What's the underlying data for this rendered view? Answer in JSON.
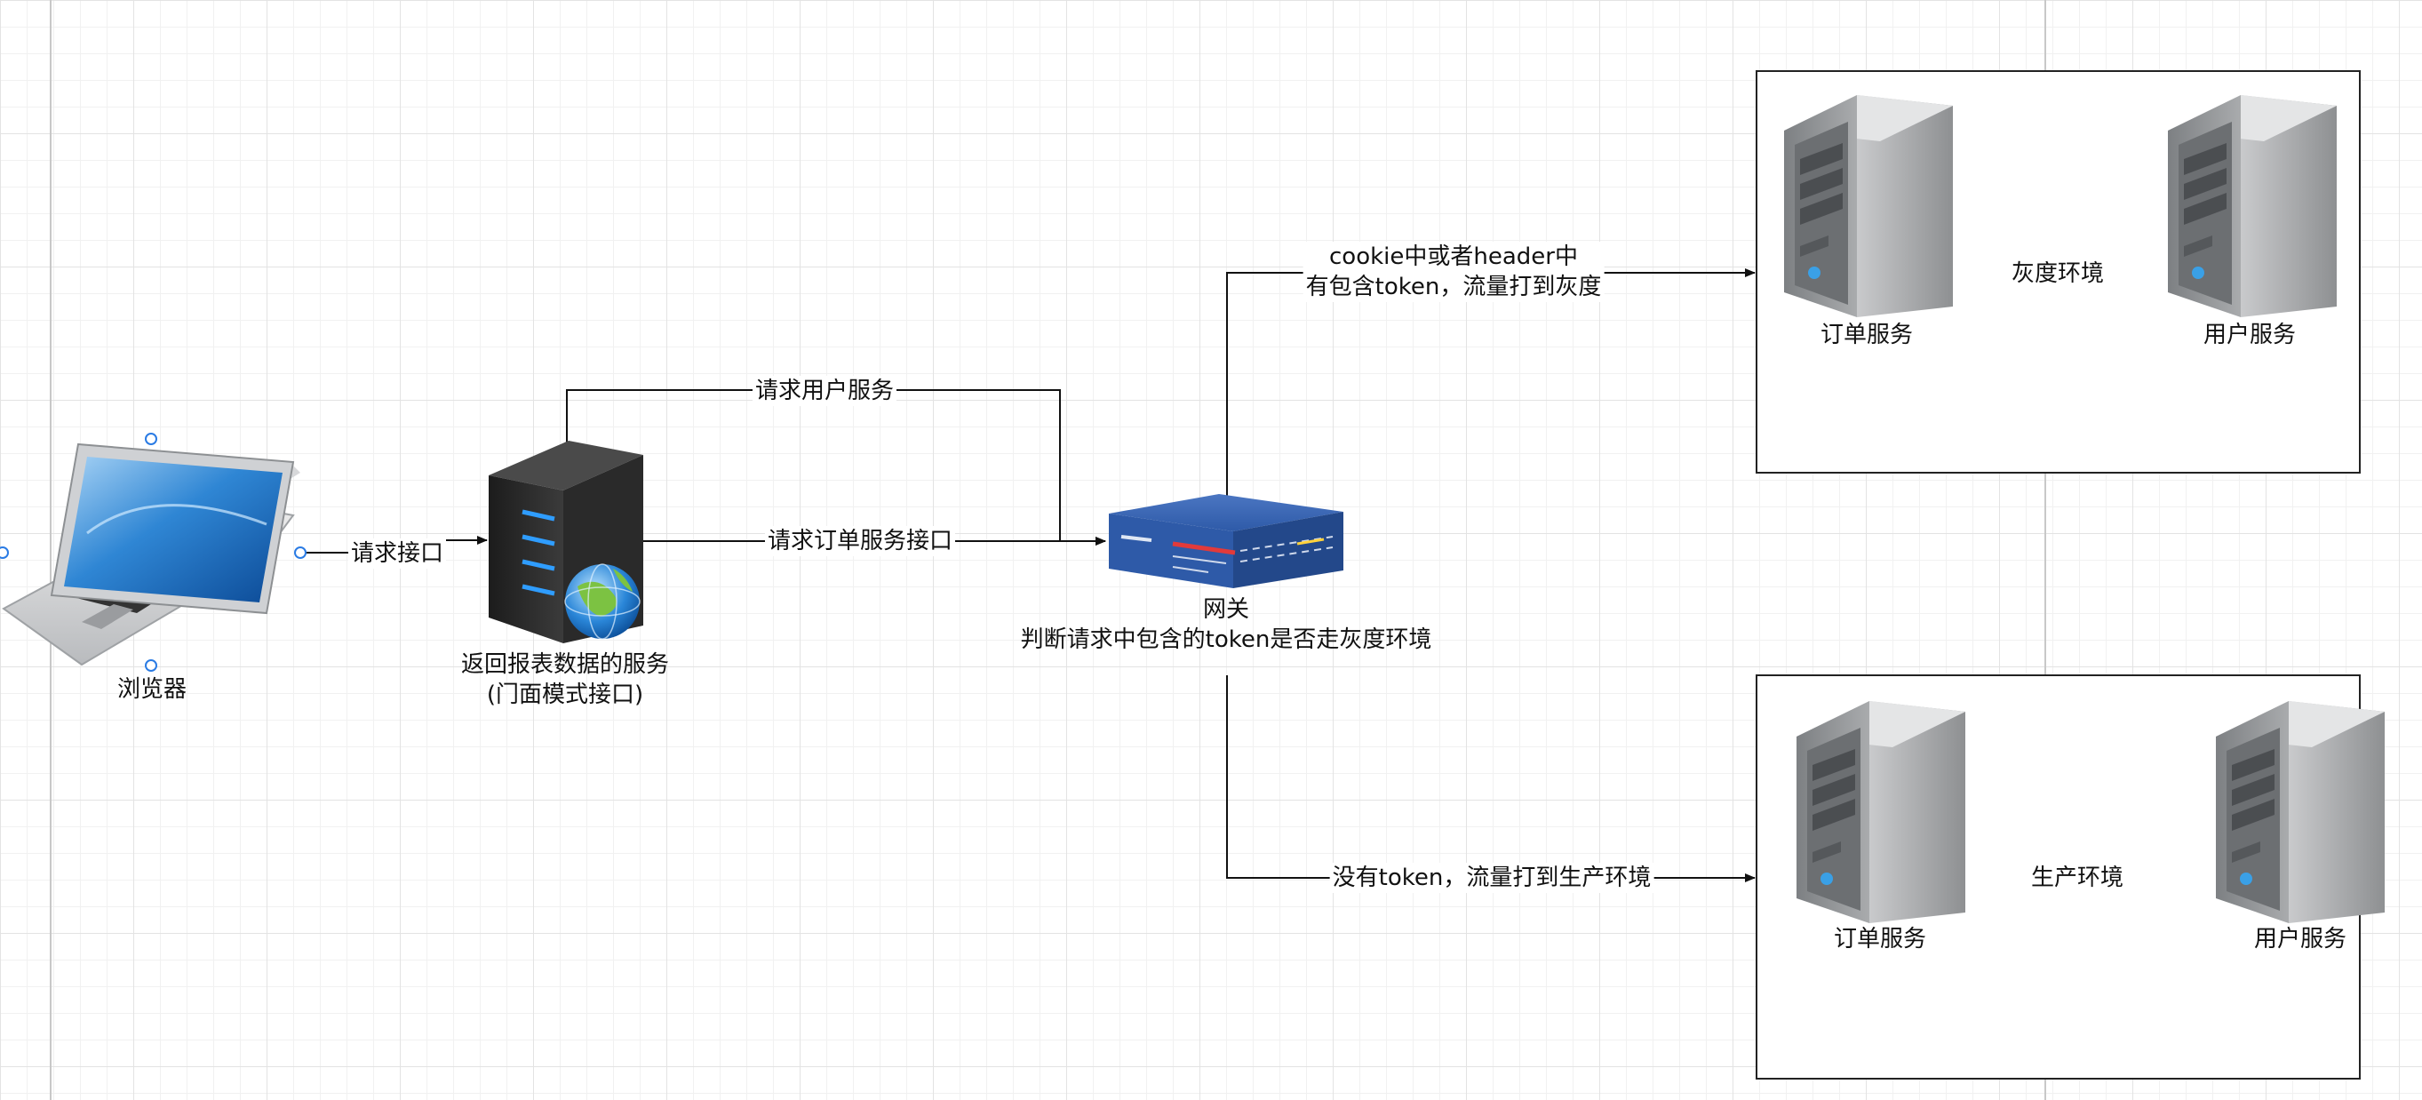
{
  "browser": {
    "label": "浏览器"
  },
  "facade_service": {
    "line1": "返回报表数据的服务",
    "line2": "(门面模式接口)"
  },
  "gateway": {
    "line1": "网关",
    "line2": "判断请求中包含的token是否走灰度环境"
  },
  "edges": {
    "request_api": "请求接口",
    "request_user_service": "请求用户服务",
    "request_order_api": "请求订单服务接口",
    "gray_route_line1": "cookie中或者header中",
    "gray_route_line2": "有包含token，流量打到灰度",
    "prod_route": "没有token，流量打到生产环境"
  },
  "gray_env": {
    "title": "灰度环境",
    "order_service": "订单服务",
    "user_service": "用户服务"
  },
  "prod_env": {
    "title": "生产环境",
    "order_service": "订单服务",
    "user_service": "用户服务"
  },
  "colors": {
    "gateway_blue": "#2e5aa8",
    "grid_line": "#e3e3e3",
    "selection_handle": "#2a7be4"
  }
}
